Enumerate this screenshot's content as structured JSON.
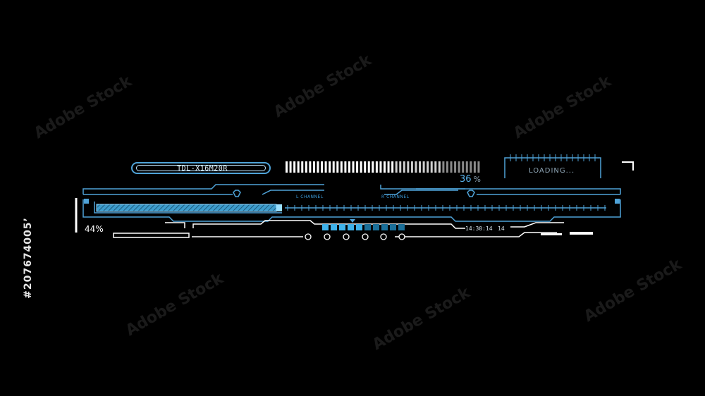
{
  "header": {
    "code_label": "TDL-X16M20R",
    "loading_label": "LOADING...",
    "progress_percent_label": "36",
    "progress_unit": "%"
  },
  "left_gauge": {
    "percent_label": "44%",
    "level": 0.44
  },
  "channels": {
    "left_label": "L CHANNEL",
    "right_label": "R CHANNEL"
  },
  "readouts": {
    "time_a": "14:30:14",
    "time_b": "14"
  },
  "main_bar": {
    "fill_fraction": 0.36
  },
  "segment_meter": {
    "total": 10,
    "active": 5
  },
  "watermark": {
    "text": "Adobe Stock",
    "side_id": "#207674005’"
  },
  "colors": {
    "accent": "#4fa3d8",
    "bright": "#bfe6ff",
    "background": "#000000",
    "text": "#e6f6ff"
  },
  "icons": [
    "hexagon-icon",
    "triangle-marker-icon",
    "circle-node-icon",
    "corner-bracket-icon"
  ]
}
